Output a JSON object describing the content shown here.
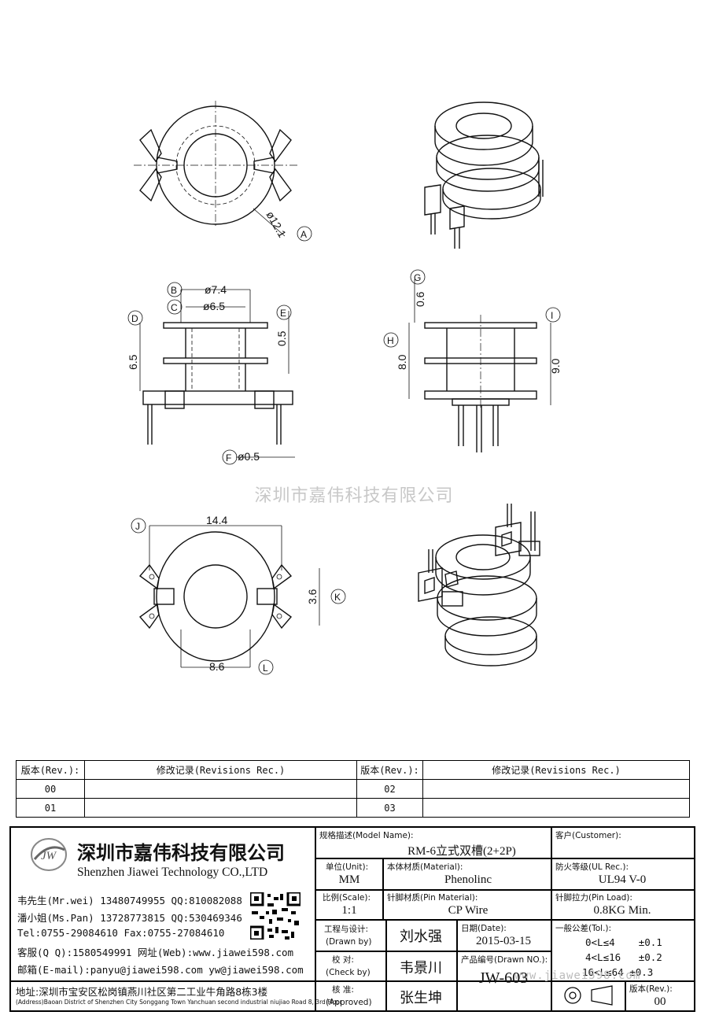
{
  "drawing": {
    "dim_phi_12_1": "ø12.1",
    "ref_A": "A",
    "dim_phi_7_4": "ø7.4",
    "dim_phi_6_5": "ø6.5",
    "dim_6_5": "6.5",
    "dim_0_5_top": "0.5",
    "dim_phi_0_5": "ø0.5",
    "ref_B": "B",
    "ref_C": "C",
    "ref_D": "D",
    "ref_E": "E",
    "ref_F": "F",
    "dim_0_6": "0.6",
    "dim_8_0": "8.0",
    "dim_9_0": "9.0",
    "ref_G": "G",
    "ref_H": "H",
    "ref_I": "I",
    "dim_14_4": "14.4",
    "dim_3_6": "3.6",
    "dim_8_6": "8.6",
    "ref_J": "J",
    "ref_K": "K",
    "ref_L": "L",
    "watermark": "深圳市嘉伟科技有限公司"
  },
  "revisions": {
    "header_rev": "版本(Rev.):",
    "header_rec": "修改记录(Revisions Rec.)",
    "rows": [
      {
        "rev_a": "00",
        "rev_b": "02"
      },
      {
        "rev_a": "01",
        "rev_b": "03"
      }
    ]
  },
  "company": {
    "logo_text": "JW",
    "name_cn": "深圳市嘉伟科技有限公司",
    "name_en": "Shenzhen Jiawei Technology CO.,LTD",
    "contacts": [
      "韦先生(Mr.wei) 13480749955 QQ:810082088",
      "潘小姐(Ms.Pan) 13728773815 QQ:530469346",
      "Tel:0755-29084610    Fax:0755-27084610",
      "客服(Q Q):1580549991   网址(Web):www.jiawei598.com",
      "邮箱(E-mail):panyu@jiawei598.com  yw@jiawei598.com"
    ],
    "address_cn": "地址:深圳市宝安区松岗镇燕川社区第二工业牛角路8栋3楼",
    "address_en": "(Address)Baoan District of Shenzhen City Songgang Town Yanchuan  second industrial niujiao Road 8, 3rd Floor"
  },
  "title_block": {
    "model_label": "规格描述(Model Name):",
    "model_value": "RM-6立式双槽(2+2P)",
    "customer_label": "客户(Customer):",
    "unit_label": "单位(Unit):",
    "unit_value": "MM",
    "material_label": "本体材质(Material):",
    "material_value": "Phenolinc",
    "ul_label": "防火等级(UL Rec.):",
    "ul_value": "UL94 V-0",
    "scale_label": "比例(Scale):",
    "scale_value": "1:1",
    "pin_material_label": "针脚材质(Pin Material):",
    "pin_material_value": "CP Wire",
    "pin_load_label": "针脚拉力(Pin Load):",
    "pin_load_value": "0.8KG Min.",
    "drawn_label_cn": "工程与设计:",
    "drawn_label_en": "(Drawn by)",
    "drawn_value": "刘水强",
    "date_label": "日期(Date):",
    "date_value": "2015-03-15",
    "tol_label": "一般公差(Tol.):",
    "tol_rows": [
      "0<L≤4    ±0.1",
      "4<L≤16   ±0.2",
      "16<L≤64 ±0.3"
    ],
    "check_label_cn": "校  对:",
    "check_label_en": "(Check by)",
    "check_value": "韦景川",
    "drawn_no_label": "产品编号(Drawn NO.):",
    "drawn_no_value": "JW-603",
    "approve_label_cn": "核  准:",
    "approve_label_en": "(Approved)",
    "approve_value": "张生坤",
    "version_label": "版本(Rev.):",
    "version_value": "00",
    "faint_url": "www.jiawei598.com"
  }
}
